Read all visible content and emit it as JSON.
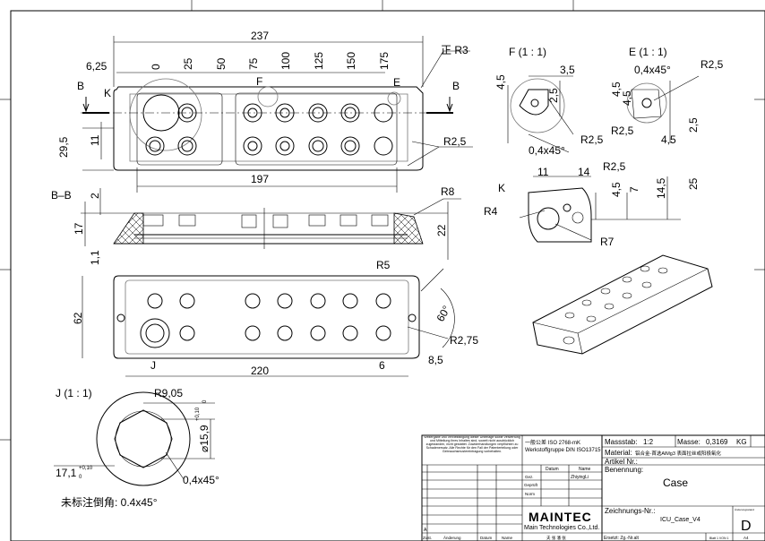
{
  "top_view": {
    "overall_width": "237",
    "offset": "6,25",
    "positions": [
      "0",
      "25",
      "50",
      "75",
      "100",
      "125",
      "150",
      "175"
    ],
    "pitch_span": "197",
    "height": "29,5",
    "hole_offset": "11",
    "radius_corner": "正 R3",
    "radius_slot": "R2,5",
    "label_K": "K",
    "label_F": "F",
    "label_E": "E",
    "section_marker": "B"
  },
  "section_view": {
    "title": "B–B",
    "dim_2": "2",
    "dim_17": "17",
    "dim_11": "1,1",
    "dim_22": "22",
    "radius": "R8"
  },
  "bottom_view": {
    "height": "62",
    "width": "220",
    "dim_6": "6",
    "dim_85": "8,5",
    "radius_r5": "R5",
    "radius_r275": "R2,75",
    "angle": "60°",
    "label_J": "J"
  },
  "detail_F": {
    "title": "F (1 : 1)",
    "dim_35": "3,5",
    "dim_45": "4,5",
    "dim_25": "2,5",
    "chamfer": "0,4x45°",
    "radius": "R2,5"
  },
  "detail_E": {
    "title": "E (1 : 1)",
    "chamfer": "0,4x45°",
    "radius_a": "R2,5",
    "radius_b": "R2,5",
    "dim_45a": "4,5",
    "dim_45b": "4,5",
    "dim_25": "2,5",
    "dim_45c": "4,5"
  },
  "detail_K": {
    "label": "K",
    "dim_11": "11",
    "dim_14": "14",
    "radius_r25": "R2,5",
    "dim_45": "4,5",
    "dim_7": "7",
    "dim_145": "14,5",
    "dim_25": "25",
    "radius_r4": "R4",
    "radius_r7": "R7"
  },
  "detail_J": {
    "title": "J (1 : 1)",
    "radius": "R9,05",
    "diameter": "⌀15,9",
    "tol_upper": "+0,10",
    "tol_lower": "0",
    "depth": "17,1",
    "chamfer": "0,4x45°"
  },
  "note": "未标注倒角: 0.4x45°",
  "title_block": {
    "copyright": "Weitergabe und Vervielfältigung dieser Unterlage sowie Verwertung und Mitteilung ihres Inhaltes sind, soweit nicht ausdrücklich zugestanden, nicht gestattet. Zuwiderhandlungen verpflichten zu Schadenersatz. Alle Rechte für den Fall der Patenterteilung oder Gebrauchsmustereintragung vorbehalten.",
    "tolerance_line1": "一般公差 ISO 2768-mK",
    "tolerance_line2": "Werkstoffgruppe DIN ISO13715",
    "scale_label": "Massstab:",
    "scale_value": "1:2",
    "mass_label": "Masse:",
    "mass_value": "0,3169",
    "mass_unit": "KG",
    "material_label": "Material:",
    "material_value": "铝合金-首选AlMg3    表面拉丝或阳极氧化",
    "article_label": "Artikel Nr.:",
    "datum_header": "Datum",
    "name_header": "Name",
    "gez_label": "Gez.",
    "gez_name": "ZhiyingLi",
    "gepruft_label": "Geprüft",
    "norm_label": "Norm",
    "benennung_label": "Benennung:",
    "benennung_value": "Case",
    "company_logo": "MAINTEC",
    "company_name": "Main Technologies Co.,Ltd.",
    "drawing_no_label": "Zeichnungs-Nr.:",
    "drawing_no_value": "ICU_Case_V4",
    "revision_label": "Änderungsstand",
    "revision_value": "D",
    "rev_row_A": "A",
    "zust_label": "Zust.",
    "anderung_label": "Änderung",
    "datum_label": "Datum",
    "name_label": "Name",
    "signature_cn": "夫 张 潘 张",
    "ersetzt_label": "Ersetzt: Zg.-Nr.alt",
    "sheet_label": "Blatt 1 VON 1",
    "format_label": "A4"
  }
}
